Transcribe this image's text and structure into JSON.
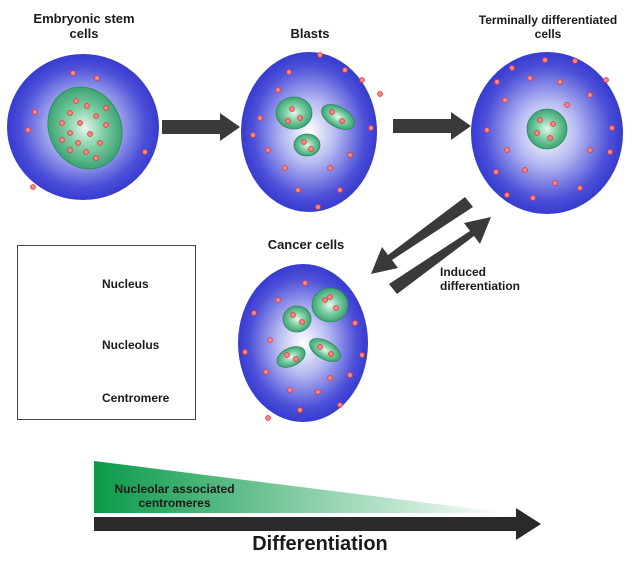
{
  "stages": {
    "embryonic": "Embryonic stem cells",
    "blasts": "Blasts",
    "terminal": "Terminally differentiated cells",
    "cancer": "Cancer cells"
  },
  "induced_label": "Induced differentiation",
  "legend": {
    "nucleus": "Nucleus",
    "nucleolus": "Nucleolus",
    "centromere": "Centromere"
  },
  "gradient_label": "Nucleolar associated centromeres",
  "axis_label": "Differentiation",
  "colors": {
    "nucleus_outer": "#2b2fcc",
    "nucleus_inner": "#ffffff",
    "nucleolus": "#2f9a6a",
    "centromere": "#e53a3a",
    "arrow": "#3a3a3a",
    "gradient": "#0a9a4a"
  }
}
